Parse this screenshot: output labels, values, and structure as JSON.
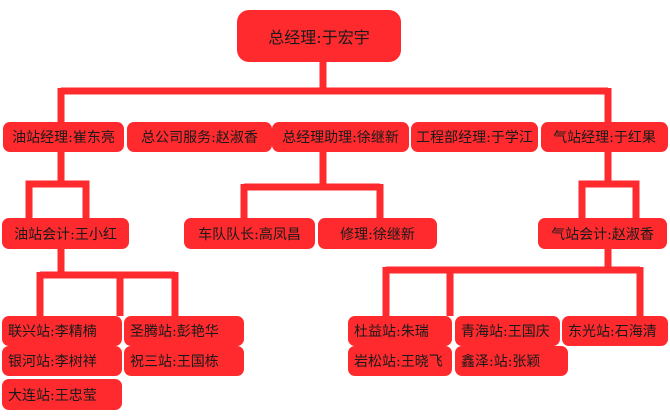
{
  "chart": {
    "root": "总经理:于宏宇",
    "level1": [
      "油站经理:崔东亮",
      "总公司服务:赵淑香",
      "总经理助理:徐继新",
      "工程部经理:于学江",
      "气站经理:于红果"
    ],
    "oil_accountant": "油站会计:王小红",
    "fleet_leader": "车队队长:高凤昌",
    "repair": "修理:徐继新",
    "gas_accountant": "气站会计:赵淑香",
    "oil_stations": [
      "联兴站:李精楠",
      "银河站:李树祥",
      "大连站:王忠莹",
      "圣腾站:彭艳华",
      "祝三站:王国栋"
    ],
    "gas_stations": [
      "杜益站:朱瑞",
      "岩松站:王晓飞",
      "青海站:王国庆",
      "鑫泽:站:张颖",
      "东光站:石海清"
    ]
  },
  "colors": {
    "box_fill": "#ff2a2e",
    "line": "#ff2a2e",
    "text": "#1a1a1a"
  }
}
